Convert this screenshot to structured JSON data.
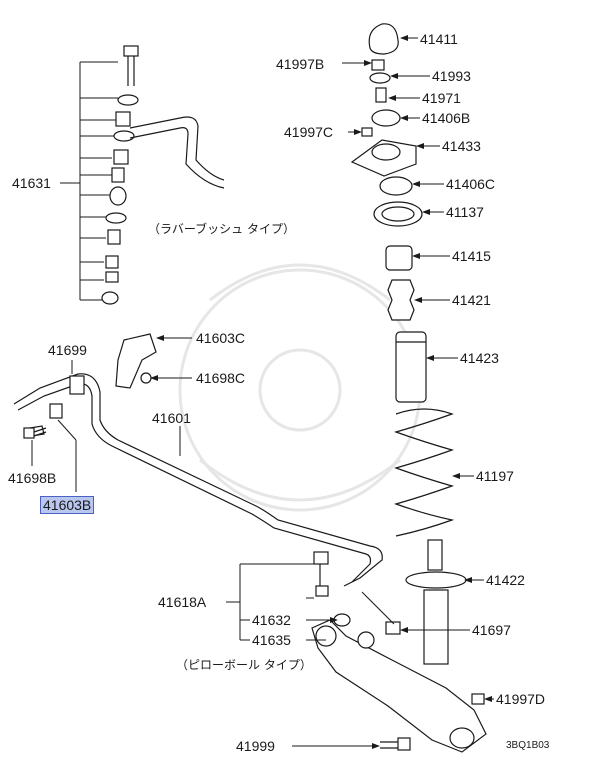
{
  "diagram": {
    "code": "3BQ1B03",
    "highlight_color": "#b9c6ef",
    "notes": {
      "rubber_bush_type": "（ラバーブッシュ タイプ）",
      "pillow_ball_type": "（ピローボール タイプ）"
    },
    "labels": {
      "p41411": "41411",
      "p41997B": "41997B",
      "p41993": "41993",
      "p41971": "41971",
      "p41406B": "41406B",
      "p41997C": "41997C",
      "p41433": "41433",
      "p41406C": "41406C",
      "p41137": "41137",
      "p41415": "41415",
      "p41421": "41421",
      "p41423": "41423",
      "p41197": "41197",
      "p41422": "41422",
      "p41697": "41697",
      "p41997D": "41997D",
      "p41999": "41999",
      "p41631": "41631",
      "p41699": "41699",
      "p41603C": "41603C",
      "p41698C": "41698C",
      "p41601": "41601",
      "p41698B": "41698B",
      "p41603B": "41603B",
      "p41618A": "41618A",
      "p41632": "41632",
      "p41635": "41635"
    }
  }
}
